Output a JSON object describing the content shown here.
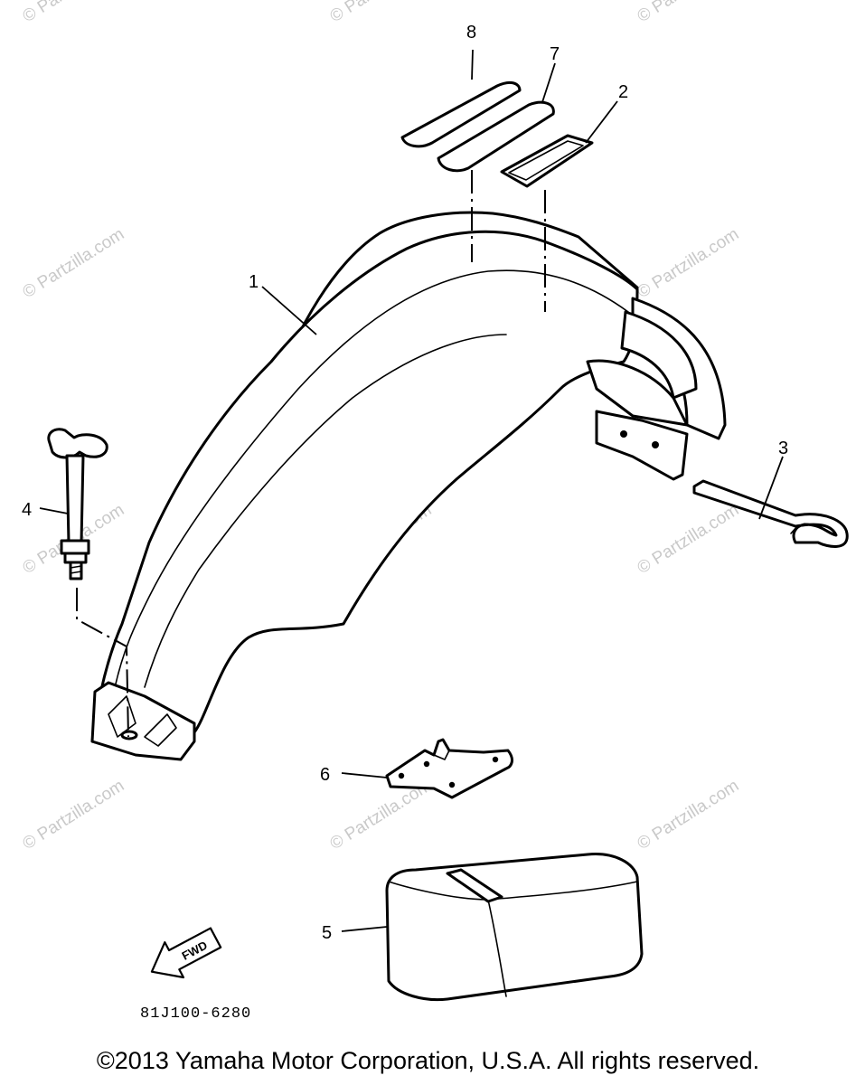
{
  "watermark": "© Partzilla.com",
  "callouts": [
    "8",
    "7",
    "2",
    "1",
    "3",
    "4",
    "6",
    "5"
  ],
  "fwd_label": "FWD",
  "diagram_ref": "81J100-6280",
  "copyright": "©2013 Yamaha Motor Corporation, U.S.A. All rights reserved."
}
